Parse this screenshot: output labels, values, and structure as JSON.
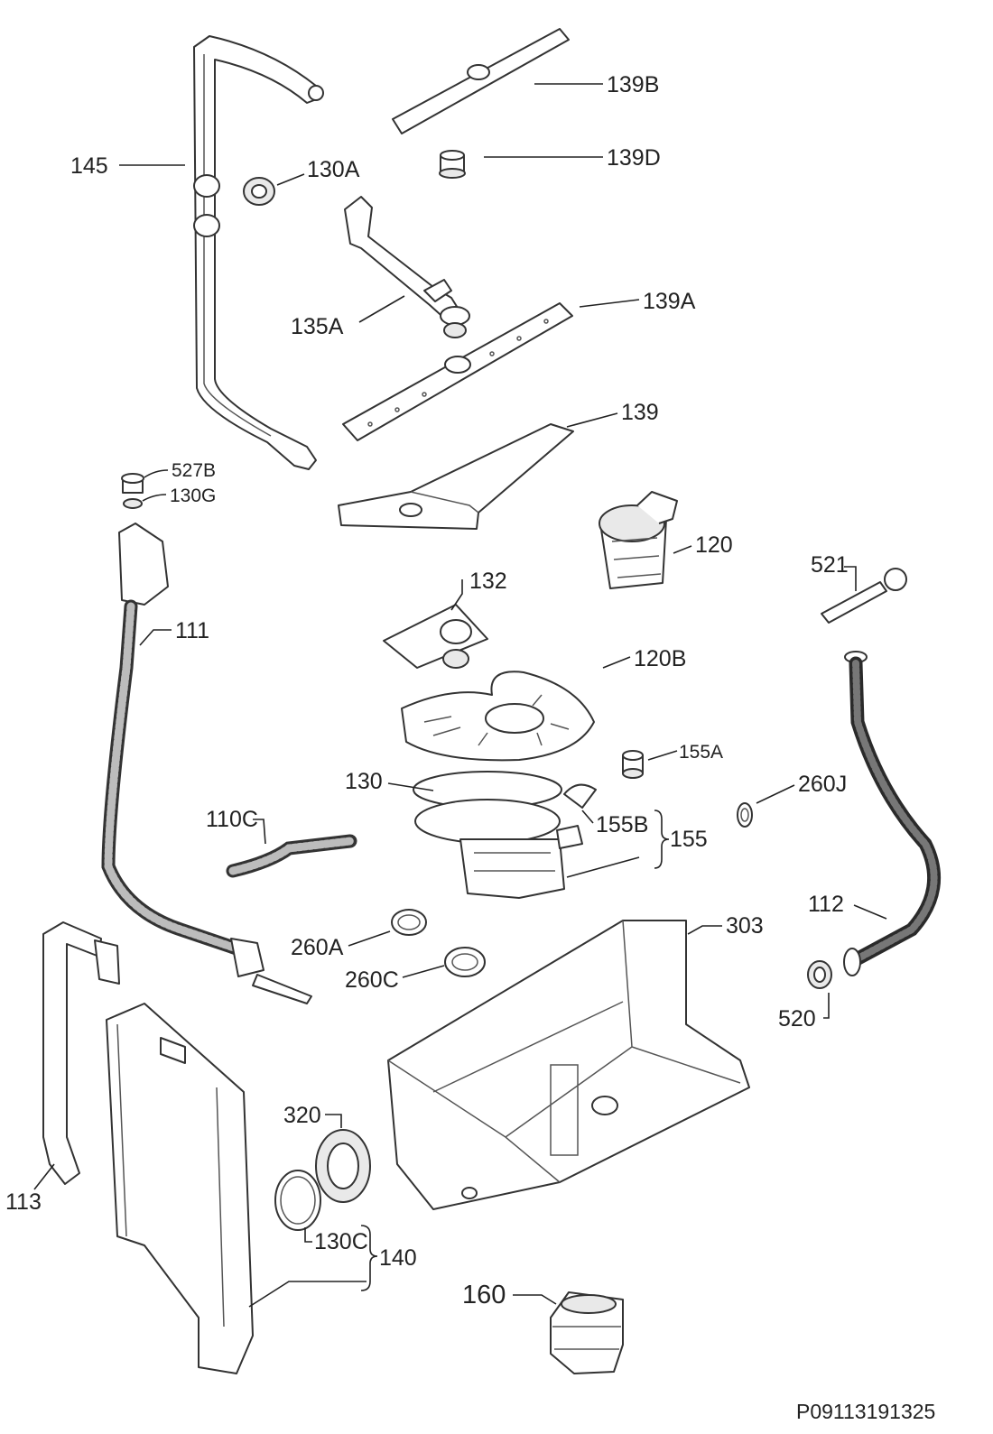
{
  "labels": {
    "l145": "145",
    "l130A": "130A",
    "l139B": "139B",
    "l139D": "139D",
    "l135A": "135A",
    "l139A": "139A",
    "l139": "139",
    "l527B": "527B",
    "l130G": "130G",
    "l120": "120",
    "l521": "521",
    "l111": "111",
    "l132": "132",
    "l120B": "120B",
    "l155A": "155A",
    "l130": "130",
    "l260J": "260J",
    "l110C": "110C",
    "l155B": "155B",
    "l155": "155",
    "l112": "112",
    "l303": "303",
    "l260A": "260A",
    "l520": "520",
    "l260C": "260C",
    "l320": "320",
    "l113": "113",
    "l130C": "130C",
    "l140": "140",
    "l160": "160"
  },
  "drawing_code": "P09113191325"
}
